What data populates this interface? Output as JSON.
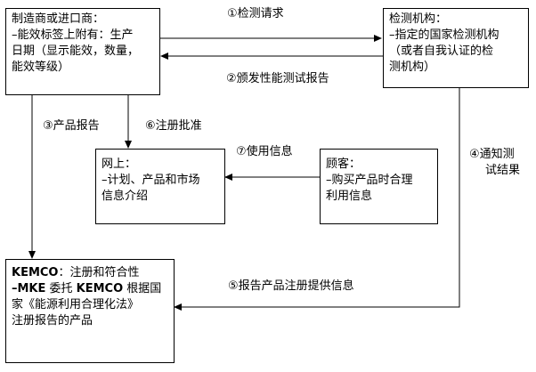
{
  "boxes": {
    "manufacturer": {
      "lines": [
        "制造商或进口商：",
        "–能效标签上附有：生产",
        "日期（显示能效，数量，",
        "能效等级）"
      ]
    },
    "testing": {
      "lines": [
        "检测机构：",
        "–指定的国家检测机构",
        "（或者自我认证的检",
        "测机构）"
      ]
    },
    "online": {
      "lines": [
        "网上：",
        "–计划、产品和市场",
        "信息介绍"
      ]
    },
    "customer": {
      "lines": [
        "顾客：",
        "–购买产品时合理",
        "利用信息"
      ]
    },
    "kemco": {
      "line1_bold": "KEMCO",
      "line1_rest": "：注册和符合性",
      "line2_bold_a": "–MKE",
      "line2_mid": " 委托 ",
      "line2_bold_b": "KEMCO",
      "line2_rest": " 根据国",
      "line3": "家《能源利用合理化法》",
      "line4": "注册报告的产品"
    }
  },
  "labels": {
    "step1": "①检测请求",
    "step2": "②颁发性能测试报告",
    "step3": "③产品报告",
    "step4_line1": "④通知测",
    "step4_line2": "试结果",
    "step5": "⑤报告产品注册提供信息",
    "step6": "⑥注册批准",
    "step7": "⑦使用信息"
  }
}
